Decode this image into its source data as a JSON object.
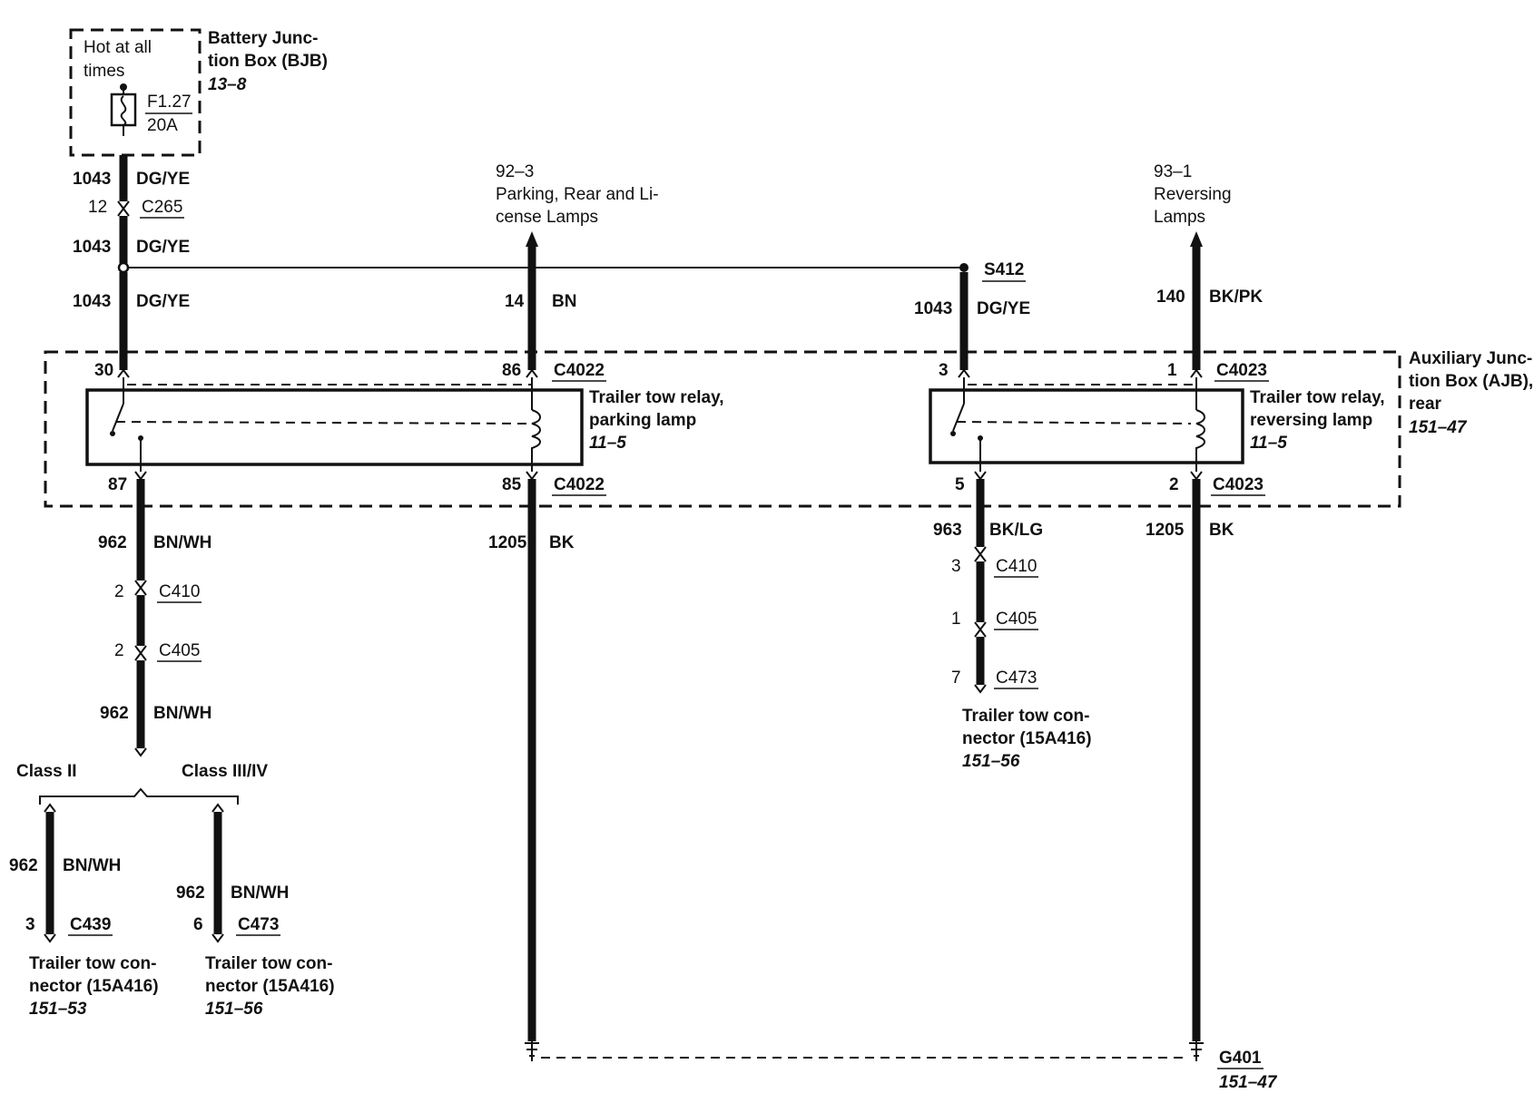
{
  "bjb": {
    "hot_label_1": "Hot at all",
    "hot_label_2": "times",
    "name_1": "Battery Junc-",
    "name_2": "tion Box (BJB)",
    "ref": "13–8",
    "fuse_id": "F1.27",
    "fuse_rating": "20A"
  },
  "left_feed": {
    "w1_circuit": "1043",
    "w1_color": "DG/YE",
    "c265_pin": "12",
    "c265_name": "C265",
    "w2_circuit": "1043",
    "w2_color": "DG/YE",
    "w3_circuit": "1043",
    "w3_color": "DG/YE"
  },
  "parking_out": {
    "ref": "92–3",
    "label_1": "Parking, Rear and Li-",
    "label_2": "cense Lamps",
    "circuit": "14",
    "color": "BN"
  },
  "reversing_out": {
    "ref": "93–1",
    "label_1": "Reversing",
    "label_2": "Lamps",
    "circuit": "140",
    "color": "BK/PK"
  },
  "splice": {
    "name": "S412",
    "circuit": "1043",
    "color": "DG/YE"
  },
  "ajb": {
    "name_1": "Auxiliary Junc-",
    "name_2": "tion Box (AJB),",
    "name_3": "rear",
    "ref": "151–47"
  },
  "relay_parking": {
    "pin_30": "30",
    "pin_86": "86",
    "pin_87": "87",
    "pin_85": "85",
    "conn_top": "C4022",
    "conn_bottom": "C4022",
    "name_1": "Trailer tow relay,",
    "name_2": "parking lamp",
    "ref": "11–5"
  },
  "relay_reversing": {
    "pin_3": "3",
    "pin_1": "1",
    "pin_5": "5",
    "pin_2": "2",
    "conn_top": "C4023",
    "conn_bottom": "C4023",
    "name_1": "Trailer tow relay,",
    "name_2": "reversing lamp",
    "ref": "11–5"
  },
  "parking_load": {
    "w1_circuit": "962",
    "w1_color": "BN/WH",
    "c410_pin": "2",
    "c410_name": "C410",
    "c405_pin": "2",
    "c405_name": "C405",
    "w2_circuit": "962",
    "w2_color": "BN/WH",
    "class_ii": "Class II",
    "class_iii_iv": "Class III/IV",
    "a_circuit": "962",
    "a_color": "BN/WH",
    "a_pin": "3",
    "a_conn": "C439",
    "a_name_1": "Trailer tow con-",
    "a_name_2": "nector (15A416)",
    "a_ref": "151–53",
    "b_circuit": "962",
    "b_color": "BN/WH",
    "b_pin": "6",
    "b_conn": "C473",
    "b_name_1": "Trailer tow con-",
    "b_name_2": "nector (15A416)",
    "b_ref": "151–56"
  },
  "ground_parking": {
    "circuit": "1205",
    "color": "BK"
  },
  "reversing_load": {
    "circuit": "963",
    "color": "BK/LG",
    "c410_pin": "3",
    "c410_name": "C410",
    "c405_pin": "1",
    "c405_name": "C405",
    "c473_pin": "7",
    "c473_name": "C473",
    "name_1": "Trailer tow con-",
    "name_2": "nector (15A416)",
    "ref": "151–56"
  },
  "ground_reversing": {
    "circuit": "1205",
    "color": "BK"
  },
  "ground": {
    "name": "G401",
    "ref": "151–47"
  }
}
